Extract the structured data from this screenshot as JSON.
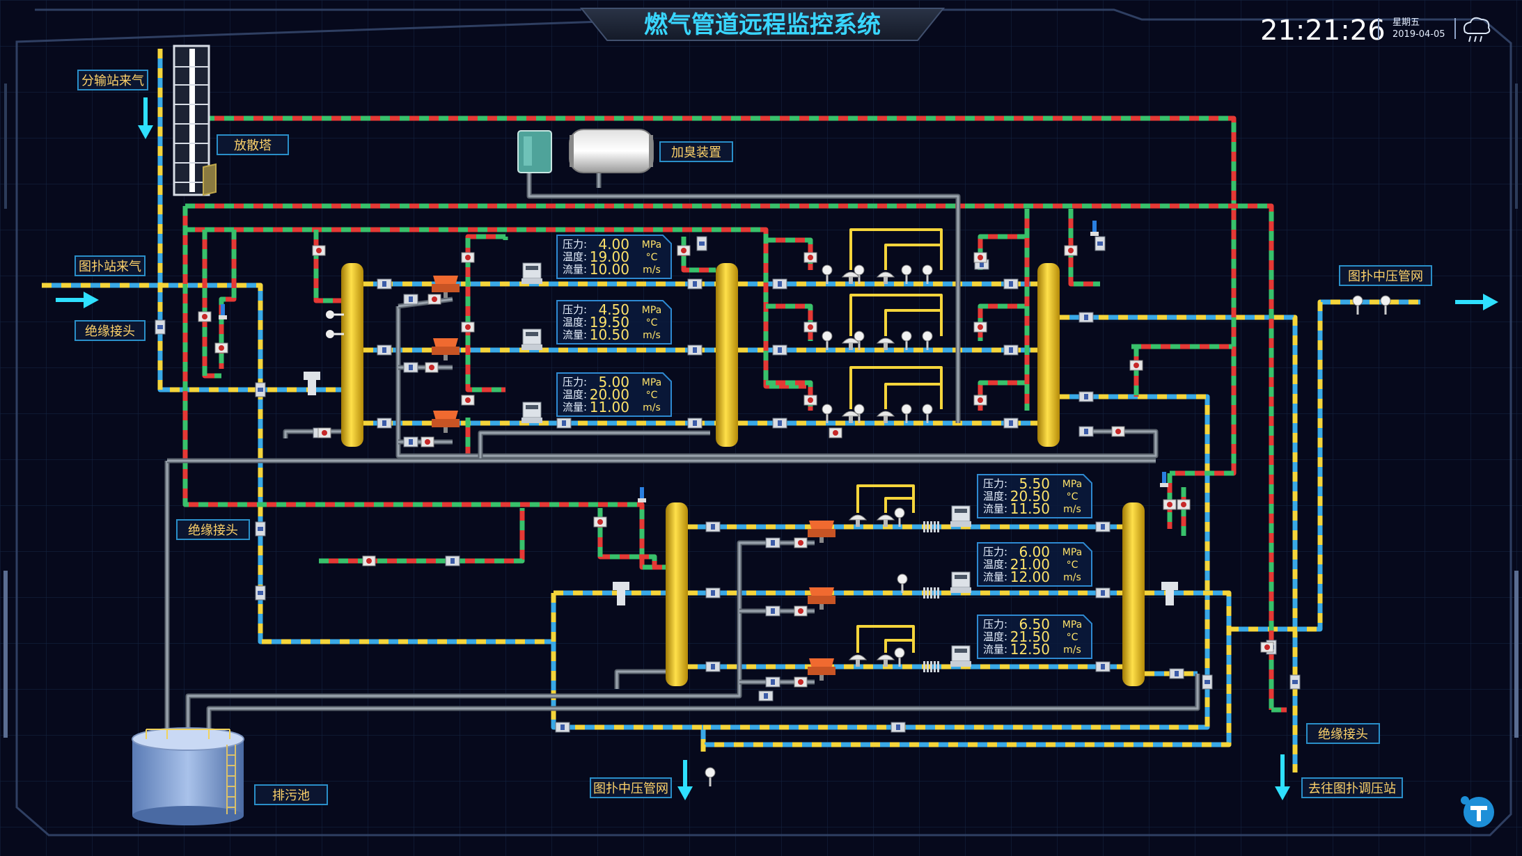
{
  "header": {
    "title": "燃气管道远程监控系统",
    "time": "21:21:26",
    "weekday": "星期五",
    "date": "2019-04-05",
    "weather_icon": "cloud-rain-icon"
  },
  "labels": {
    "inlet_branch": "分输站来气",
    "vent_tower": "放散塔",
    "odorizer": "加臭装置",
    "tupu_inlet": "图扑站来气",
    "insulation_left_top": "绝缘接头",
    "insulation_left_mid": "绝缘接头",
    "insulation_right": "绝缘接头",
    "mid_pressure_right": "图扑中压管网",
    "mid_pressure_bottom": "图扑中压管网",
    "to_regulator": "去往图扑调压站",
    "sewage_pool": "排污池"
  },
  "readout_labels": {
    "pressure": "压力:",
    "temperature": "温度:",
    "flow": "流量:",
    "pressure_unit": "MPa",
    "temperature_unit": "°C",
    "flow_unit": "m/s"
  },
  "readouts": [
    {
      "pressure": "4.00",
      "temperature": "19.00",
      "flow": "10.00"
    },
    {
      "pressure": "4.50",
      "temperature": "19.50",
      "flow": "10.50"
    },
    {
      "pressure": "5.00",
      "temperature": "20.00",
      "flow": "11.00"
    },
    {
      "pressure": "5.50",
      "temperature": "20.50",
      "flow": "11.50"
    },
    {
      "pressure": "6.00",
      "temperature": "21.00",
      "flow": "12.00"
    },
    {
      "pressure": "6.50",
      "temperature": "21.50",
      "flow": "12.50"
    }
  ],
  "colors": {
    "background": "#06091c",
    "grid": "#16264a",
    "frame": "#2c3e5e",
    "title": "#39d6ff",
    "label_text": "#ffd36a",
    "pipe_red": "#e53935",
    "pipe_green": "#39c16b",
    "pipe_yellow": "#f5d53b",
    "pipe_blue": "#3aa9e6",
    "pipe_gray": "#9aa3ad",
    "vessel": "#f1c40f",
    "arrow": "#2fe0ff",
    "valve": "#f06a30"
  }
}
